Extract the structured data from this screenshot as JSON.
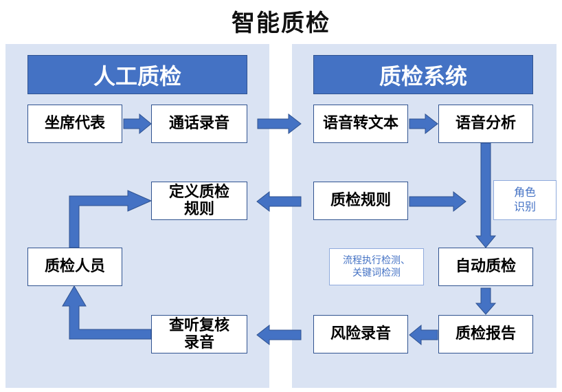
{
  "title": "智能质检",
  "left_panel": {
    "header": "人工质检"
  },
  "right_panel": {
    "header": "质检系统"
  },
  "nodes": {
    "agent_rep": "坐席代表",
    "call_recording": "通话录音",
    "define_rules": "定义质检\n规则",
    "qc_staff": "质检人员",
    "review_recording": "查听复核\n录音",
    "speech_to_text": "语音转文本",
    "speech_analysis": "语音分析",
    "qc_rules": "质检规则",
    "auto_qc": "自动质检",
    "risk_recording": "风险录音",
    "qc_report": "质检报告"
  },
  "notes": {
    "role_recognition": "角色\n识别",
    "process_detection": "流程执行检测、\n关键词检测"
  },
  "colors": {
    "panel_bg": "#dae3f3",
    "header_bg": "#4472c4",
    "arrow": "#4472c4",
    "note_text": "#4472c4"
  }
}
